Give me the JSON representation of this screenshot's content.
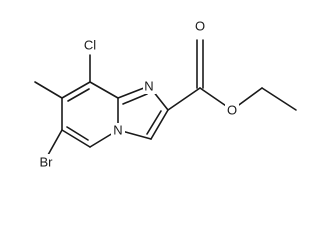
{
  "atoms": {
    "cl": "Cl",
    "n_imine": "N",
    "n_bridge": "N",
    "o_carbonyl": "O",
    "o_ester": "O",
    "br": "Br"
  },
  "colors": {
    "ink": "#1a1a1a",
    "background": "#ffffff"
  }
}
